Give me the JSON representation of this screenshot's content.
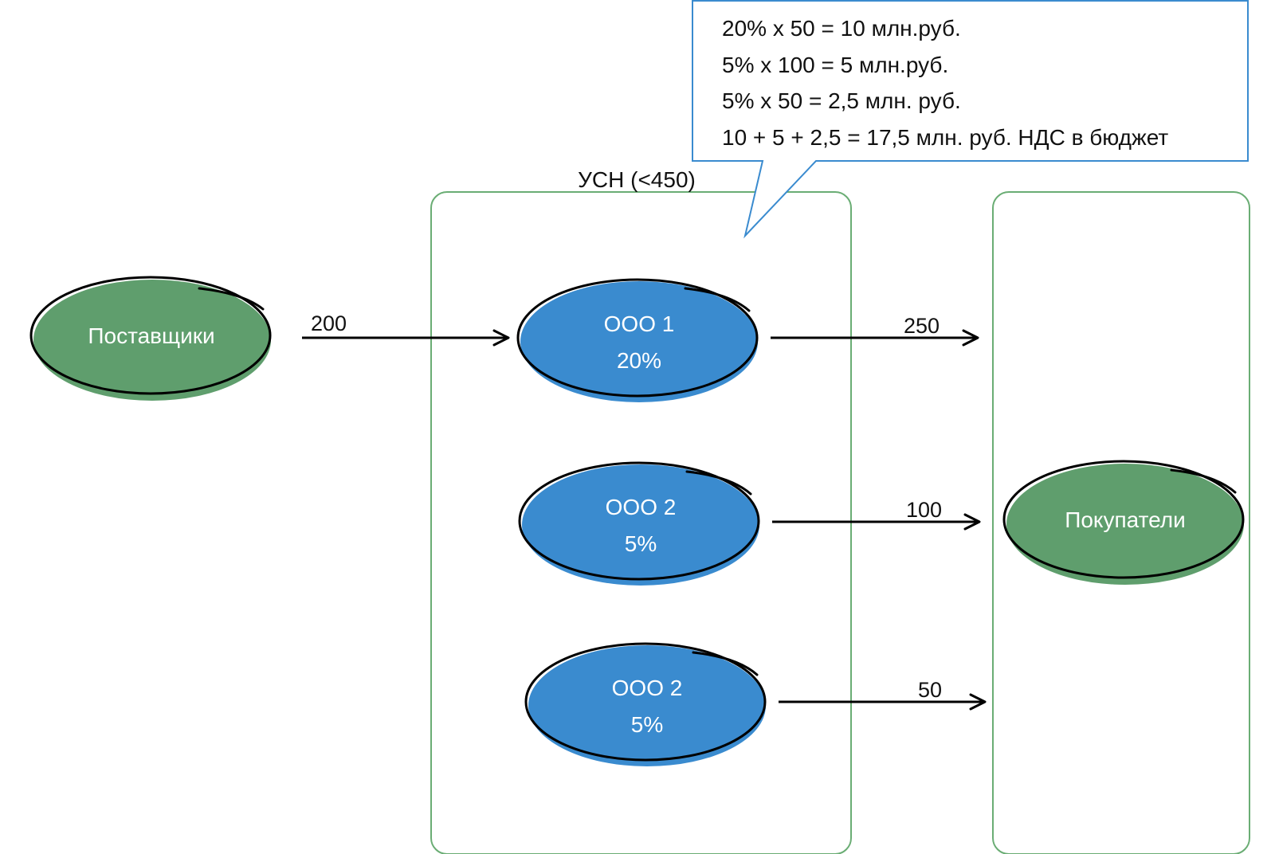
{
  "colors": {
    "green_node": "#5f9e6d",
    "blue_node": "#3a8bcf",
    "group_border": "#6aad74",
    "callout_border": "#3a8bcf",
    "outline": "#000000"
  },
  "suppliers": {
    "label": "Поставщики"
  },
  "buyers": {
    "label": "Покупатели"
  },
  "usn_group": {
    "label": "УСН (<450)"
  },
  "companies": [
    {
      "name": "ООО 1",
      "rate": "20%"
    },
    {
      "name": "ООО 2",
      "rate": "5%"
    },
    {
      "name": "ООО 2",
      "rate": "5%"
    }
  ],
  "flows": {
    "supplier_to_company1": "200",
    "company1_to_buyers": "250",
    "company2_to_buyers": "100",
    "company3_to_buyers": "50"
  },
  "callout": {
    "lines": [
      "20% х 50 = 10 млн.руб.",
      "5% х 100 = 5 млн.руб.",
      "5% х 50 = 2,5 млн. руб.",
      "10 + 5 + 2,5 = 17,5 млн. руб. НДС в бюджет"
    ]
  }
}
